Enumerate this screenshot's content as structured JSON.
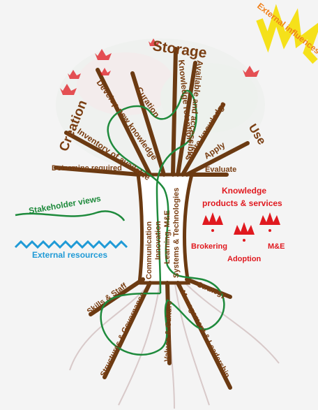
{
  "colors": {
    "brown": "#7a3e12",
    "branch": "#6b3a12",
    "green": "#1e8a3c",
    "red": "#e0191f",
    "blue": "#1f9ad6",
    "orange": "#f0801a",
    "sun": "#f5e11a"
  },
  "icons": [
    "sun-icon",
    "flower-icon",
    "wave-icon"
  ],
  "external_influences": "External influences",
  "groups": {
    "storage": "Storage",
    "creation": "Creation",
    "use": "Use"
  },
  "branches": {
    "curation": "Curation",
    "knowledge_retention": "Knowledge retention",
    "available_accessible": "Available and accessible",
    "develop_new": "Develop new knowledge",
    "inventory": "Inventory of available",
    "share": "Share knowledge",
    "apply": "Apply",
    "determine": "Determine required",
    "evaluate": "Evaluate"
  },
  "trunk": {
    "communication": "Communication",
    "innovation": "Innovation",
    "learning": "Learning, M&E",
    "systems": "Systems & Technologies"
  },
  "legend": {
    "stakeholder": "Stakeholder views",
    "external_resources": "External resources"
  },
  "products": {
    "title_line1": "Knowledge",
    "title_line2": "products & services",
    "brokering": "Brokering",
    "me": "M&E",
    "adoption": "Adoption"
  },
  "roots": {
    "skills": "Skills & Staff",
    "structures": "Structures & Governance",
    "values": "Values & Culture",
    "management": "Management & Leadership",
    "strategy": "Strategy"
  }
}
